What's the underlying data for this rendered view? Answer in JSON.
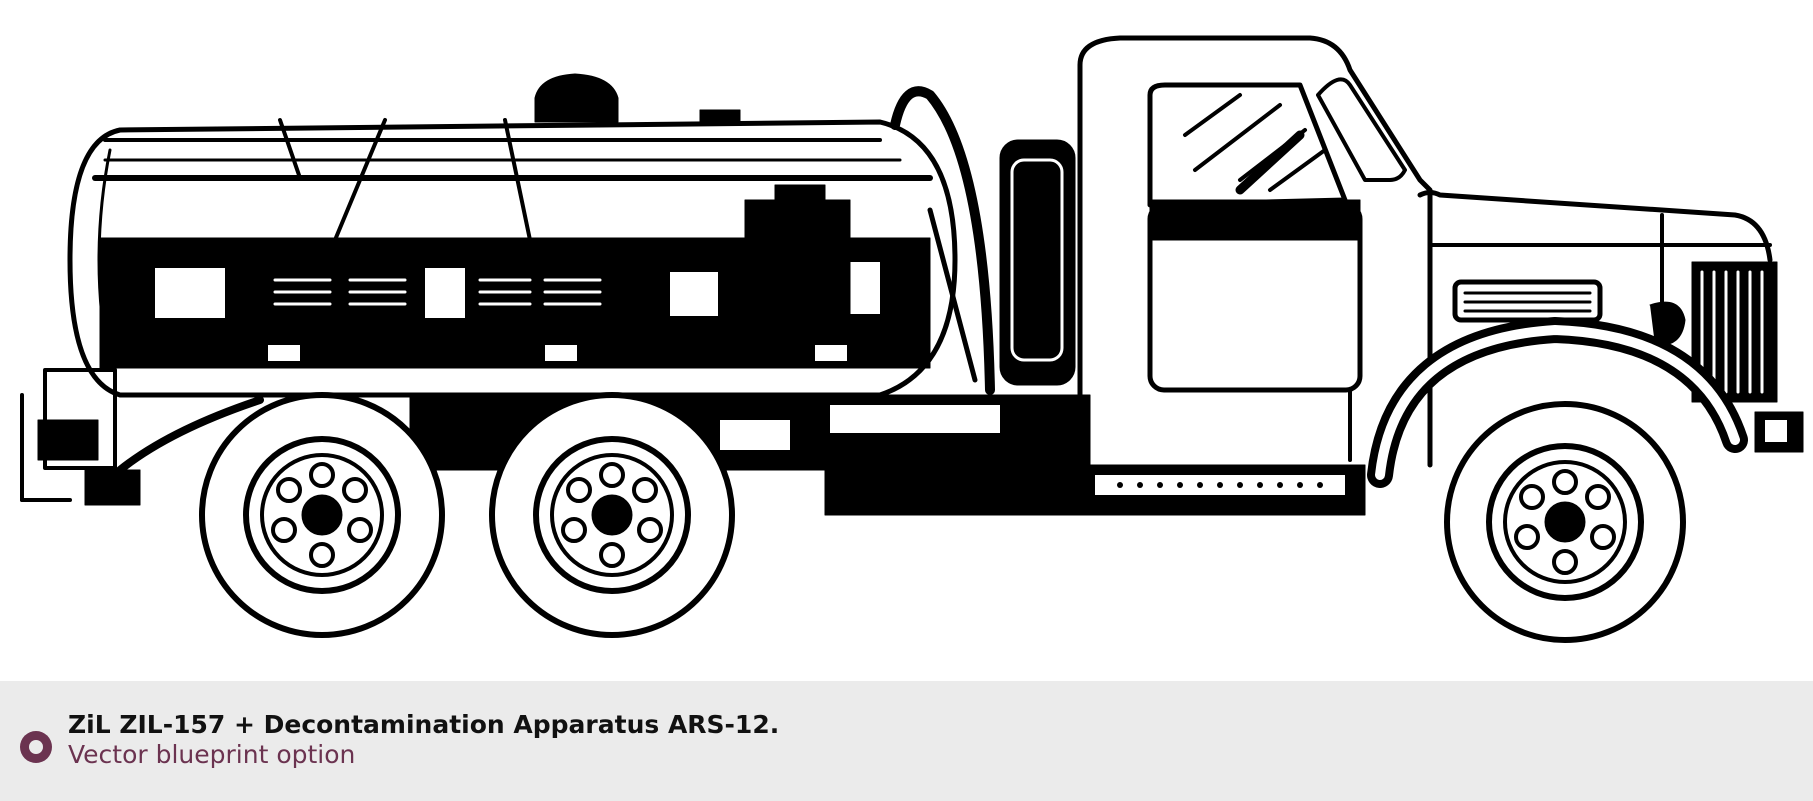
{
  "blueprint": {
    "image": "truck-side-view-drawing"
  },
  "caption": {
    "bullet_icon": "radio-circle-icon",
    "title": "ZiL ZIL-157 + Decontamination Apparatus ARS-12.",
    "subtitle": "Vector blueprint option"
  },
  "colors": {
    "accent": "#6b3350",
    "caption_bg": "#ebebeb",
    "title_text": "#111111"
  }
}
